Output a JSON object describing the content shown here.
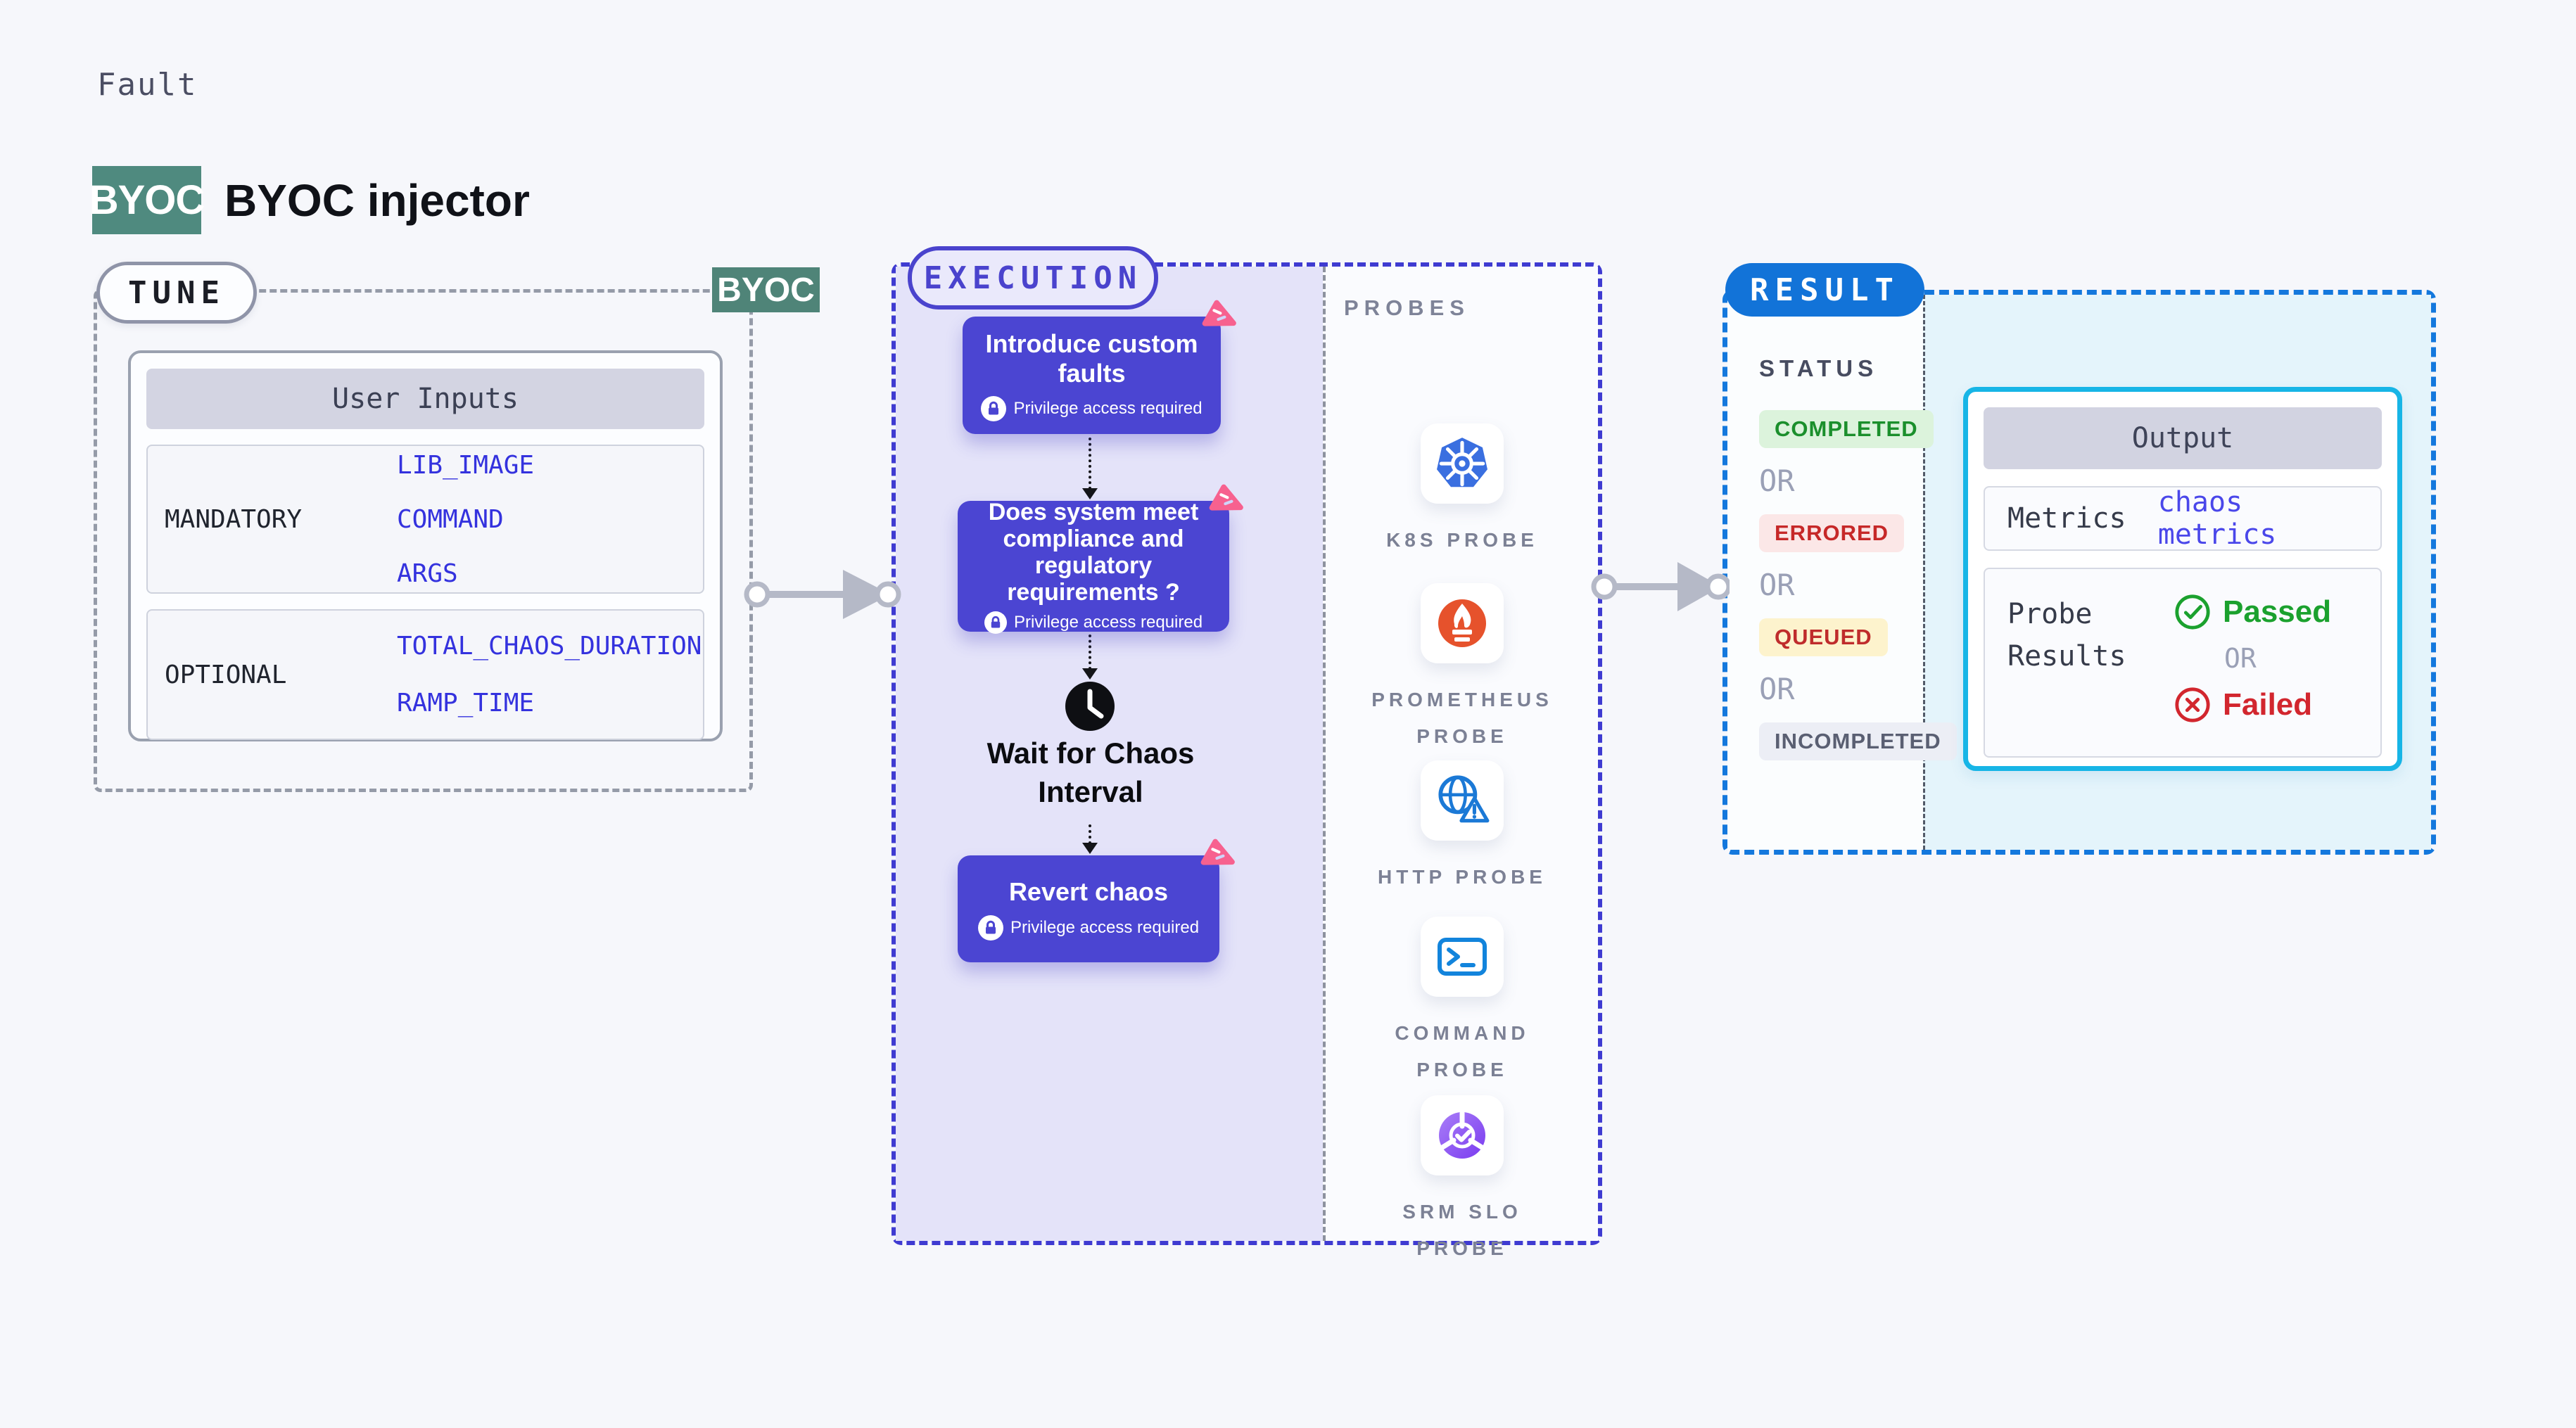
{
  "header": {
    "kicker": "Fault",
    "badge": "BYOC",
    "title": "BYOC injector"
  },
  "tune": {
    "pill": "TUNE",
    "corner_badge": "BYOC",
    "inputs_header": "User Inputs",
    "mandatory_label": "MANDATORY",
    "mandatory_values": [
      "LIB_IMAGE",
      "COMMAND",
      "ARGS"
    ],
    "optional_label": "OPTIONAL",
    "optional_values": [
      "TOTAL_CHAOS_DURATION",
      "RAMP_TIME"
    ]
  },
  "execution": {
    "pill": "EXECUTION",
    "node1_title": "Introduce custom faults",
    "node2_title": "Does system meet compliance and regulatory requirements ?",
    "node3_title": "Revert chaos",
    "privilege_label": "Privilege access required",
    "wait_label": "Wait for Chaos Interval"
  },
  "probes": {
    "title": "PROBES",
    "items": [
      {
        "icon": "kubernetes-icon",
        "label": "K8S PROBE"
      },
      {
        "icon": "prometheus-icon",
        "label": "PROMETHEUS\nPROBE"
      },
      {
        "icon": "http-globe-icon",
        "label": "HTTP PROBE"
      },
      {
        "icon": "command-terminal-icon",
        "label": "COMMAND\nPROBE"
      },
      {
        "icon": "srm-slo-icon",
        "label": "SRM SLO\nPROBE"
      }
    ]
  },
  "result": {
    "pill": "RESULT",
    "status_title": "STATUS",
    "or_label": "OR",
    "statuses": [
      {
        "label": "COMPLETED",
        "type": "success"
      },
      {
        "label": "ERRORED",
        "type": "error"
      },
      {
        "label": "QUEUED",
        "type": "queued"
      },
      {
        "label": "INCOMPLETED",
        "type": "muted"
      }
    ],
    "output": {
      "header": "Output",
      "metrics_label": "Metrics",
      "metrics_value": "chaos metrics",
      "probe_results_label": "Probe Results",
      "passed_label": "Passed",
      "failed_label": "Failed"
    }
  },
  "colors": {
    "teal_badge": "#4f8a7f",
    "node_purple": "#4b45d2",
    "execution_indigo": "#4a43cd",
    "result_blue": "#1273d8",
    "output_cyan": "#17b5e6",
    "param_blue": "#3432de",
    "success_green": "#1ba12e",
    "error_red": "#c62828",
    "chaos_pink": "#f7618f",
    "arrow_gray": "#b5b9c7"
  }
}
